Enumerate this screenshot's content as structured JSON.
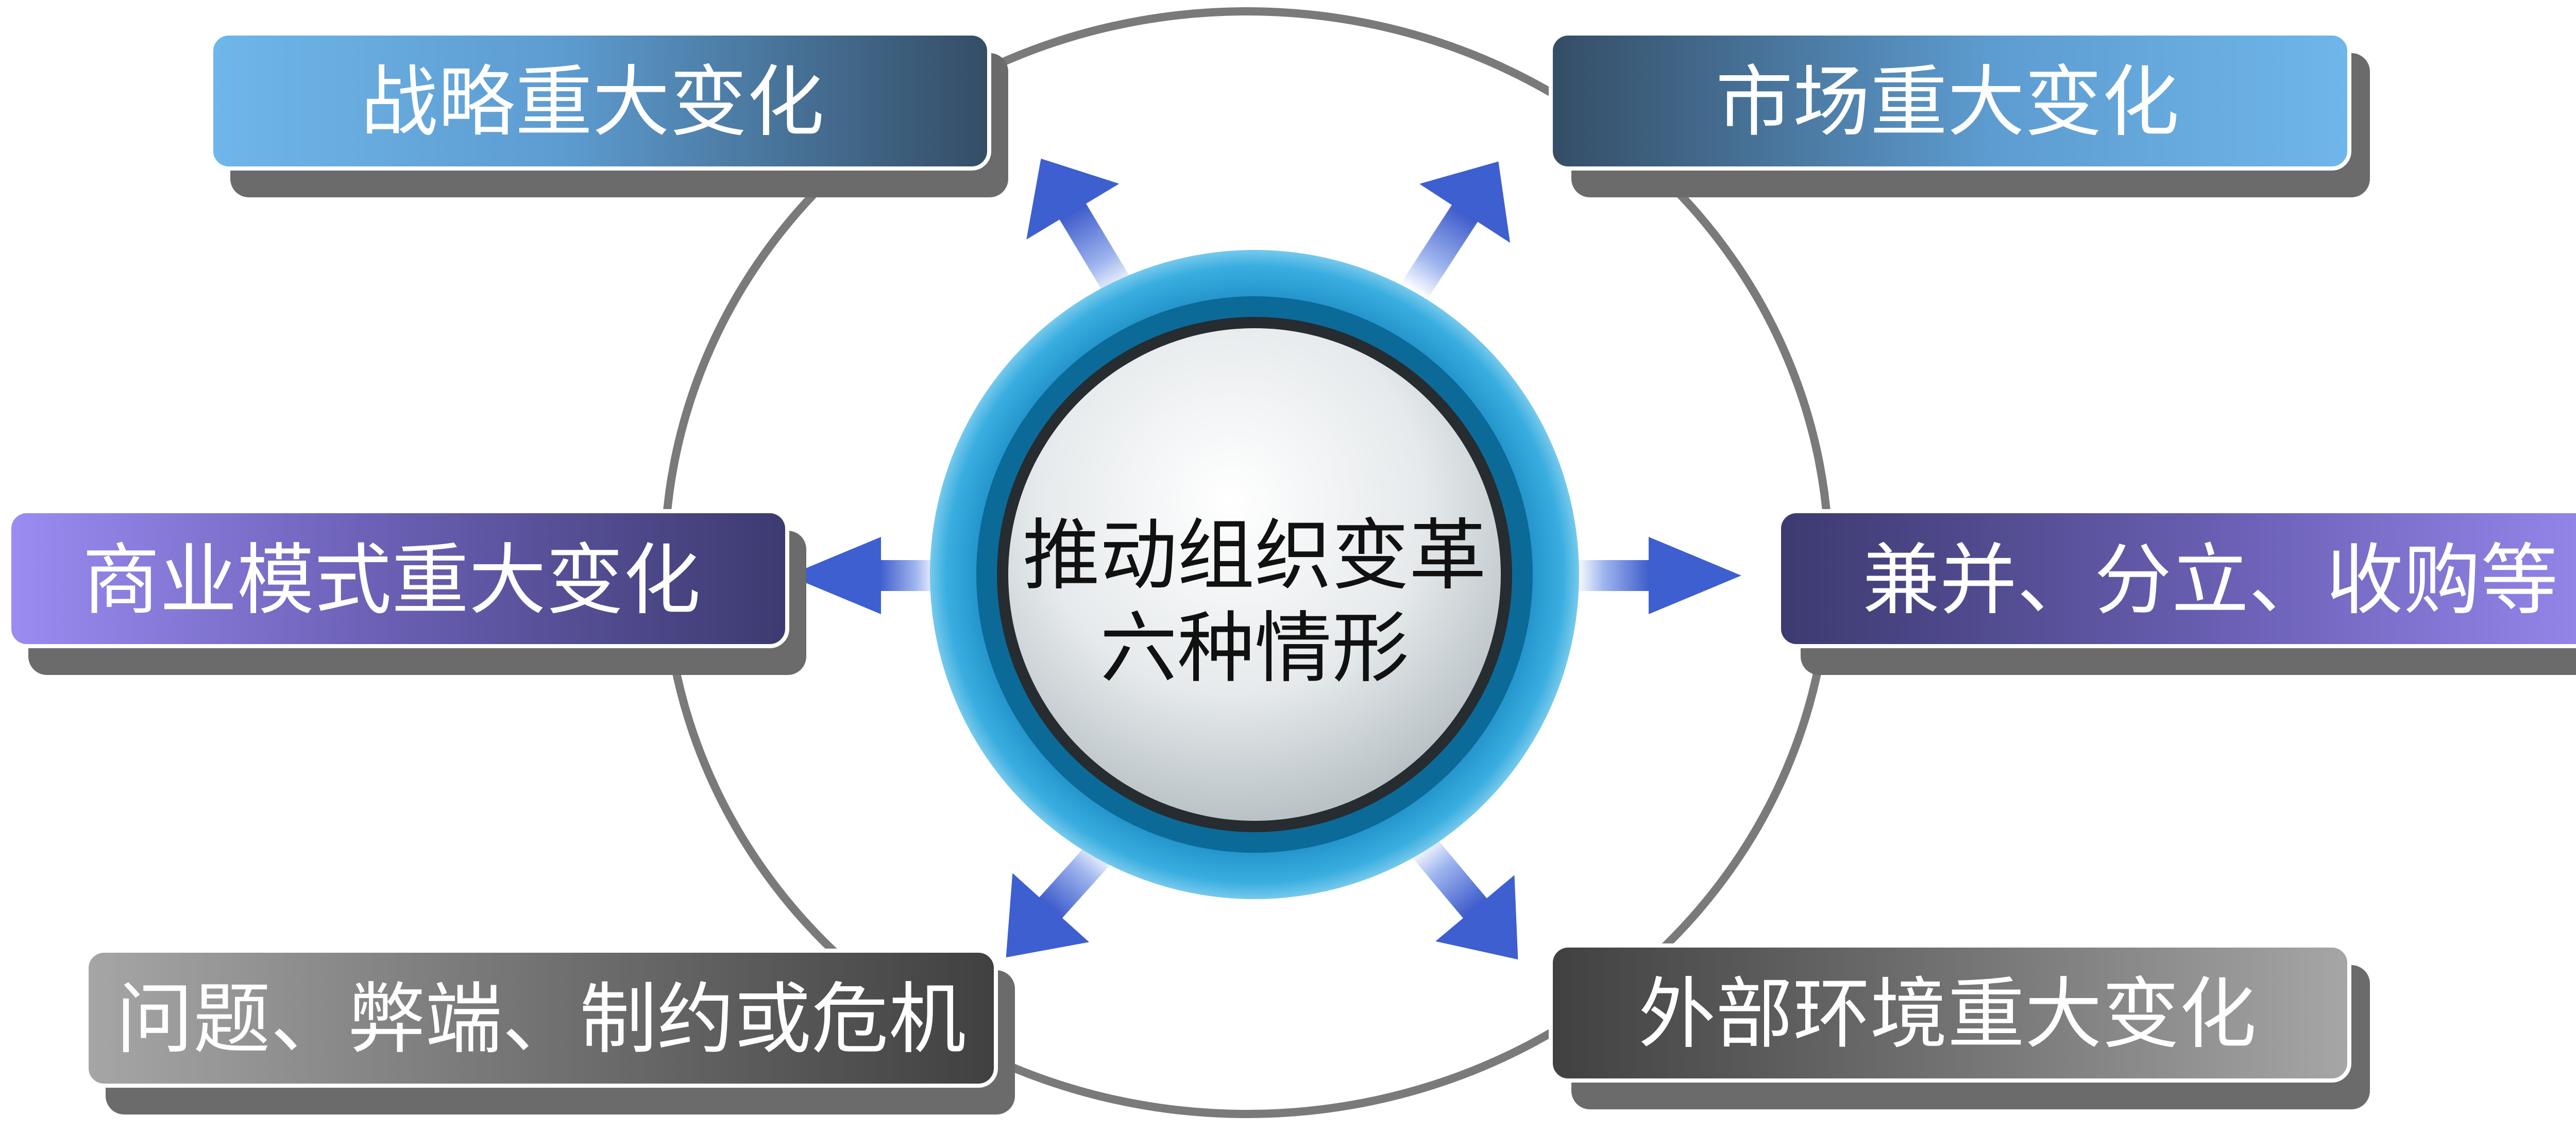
{
  "center": {
    "line1": "推动组织变革",
    "line2": "六种情形"
  },
  "boxes": {
    "strategy": "战略重大变化",
    "market": "市场重大变化",
    "business_model": "商业模式重大变化",
    "mna": "兼并、分立、收购等",
    "problems": "问题、弊端、制约或危机",
    "external": "外部环境重大变化"
  },
  "colors": {
    "ring": "#7a7a7a",
    "hub_outer": "#2a9fd6",
    "hub_inner": "#0d6e9e",
    "arrow": "#3d5fd0",
    "strategy_box": [
      "#6fb6ea",
      "#344d66"
    ],
    "market_box": [
      "#344d66",
      "#6fb6ea"
    ],
    "business_model_box": [
      "#9a8cf2",
      "#3c3a70"
    ],
    "mna_box": [
      "#3c3a70",
      "#9a8cf2"
    ],
    "problems_box": [
      "#a6a6a6",
      "#404040"
    ],
    "external_box": [
      "#404040",
      "#a6a6a6"
    ]
  },
  "icons": [
    "outward-arrow"
  ]
}
